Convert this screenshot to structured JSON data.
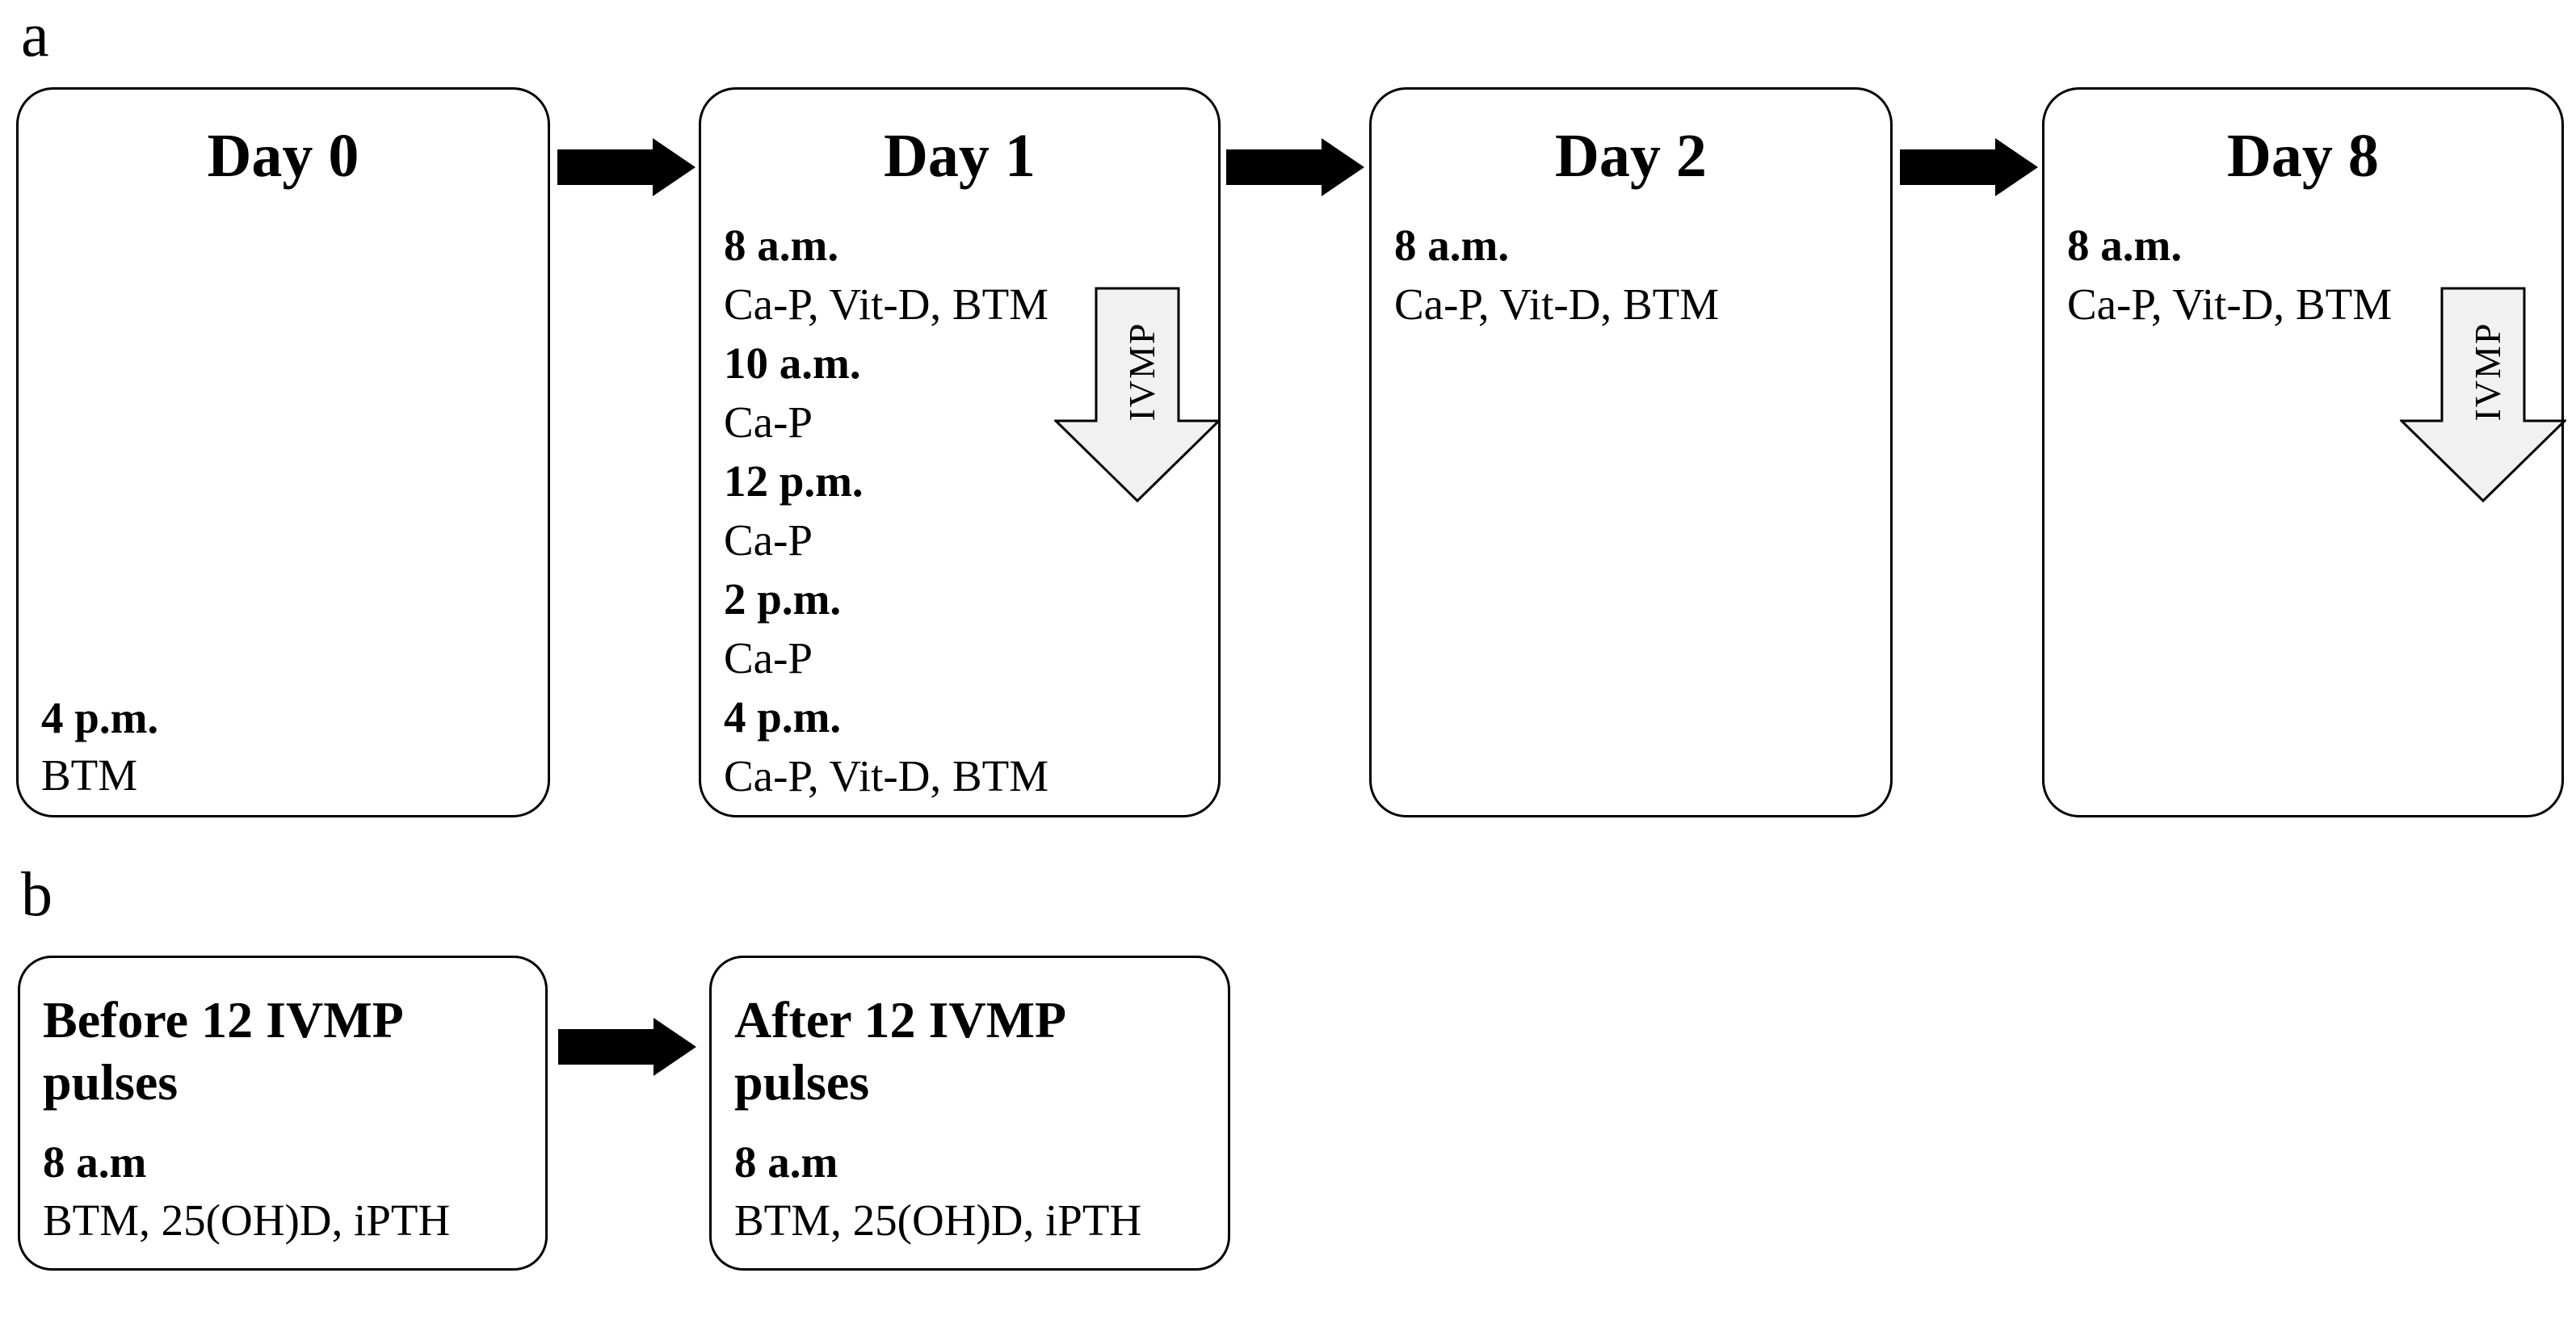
{
  "colors": {
    "ink": "#000000",
    "background": "#ffffff",
    "ivmp_arrow_fill": "#f1f1f1",
    "flow_arrow_fill": "#000000"
  },
  "panel_a": {
    "label": "a",
    "ivmp_label": "IVMP",
    "boxes": [
      {
        "title": "Day 0",
        "entries": [
          {
            "time": "4 p.m.",
            "tests": "BTM"
          }
        ]
      },
      {
        "title": "Day 1",
        "entries": [
          {
            "time": "8 a.m.",
            "tests": "Ca-P, Vit-D, BTM"
          },
          {
            "time": "10 a.m.",
            "tests": "Ca-P"
          },
          {
            "time": "12 p.m.",
            "tests": "Ca-P"
          },
          {
            "time": "2 p.m.",
            "tests": "Ca-P"
          },
          {
            "time": "4 p.m.",
            "tests": "Ca-P, Vit-D, BTM"
          }
        ]
      },
      {
        "title": "Day 2",
        "entries": [
          {
            "time": "8 a.m.",
            "tests": "Ca-P, Vit-D, BTM"
          }
        ]
      },
      {
        "title": "Day 8",
        "entries": [
          {
            "time": "8 a.m.",
            "tests": "Ca-P, Vit-D, BTM"
          }
        ]
      }
    ]
  },
  "panel_b": {
    "label": "b",
    "boxes": [
      {
        "title": "Before 12 IVMP pulses",
        "time": "8 a.m",
        "tests": "BTM, 25(OH)D, iPTH"
      },
      {
        "title": "After 12 IVMP pulses",
        "time": "8 a.m",
        "tests": "BTM, 25(OH)D, iPTH"
      }
    ]
  }
}
